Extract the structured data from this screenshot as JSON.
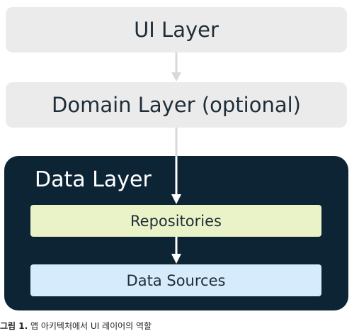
{
  "layers": {
    "ui": "UI Layer",
    "domain": "Domain Layer (optional)",
    "data": "Data Layer"
  },
  "components": {
    "repositories": "Repositories",
    "data_sources": "Data Sources"
  },
  "caption": {
    "label": "그림 1.",
    "text": "앱 아키텍처에서 UI 레이어의 역할"
  },
  "colors": {
    "layer_box": "#ebebeb",
    "data_layer_bg": "#0d2435",
    "repositories_bg": "#eaf3c8",
    "data_sources_bg": "#d6ecfc",
    "arrow_light": "#d9d9d9",
    "arrow_on_dark": "#ffffff",
    "text_dark": "#1f2d37"
  }
}
